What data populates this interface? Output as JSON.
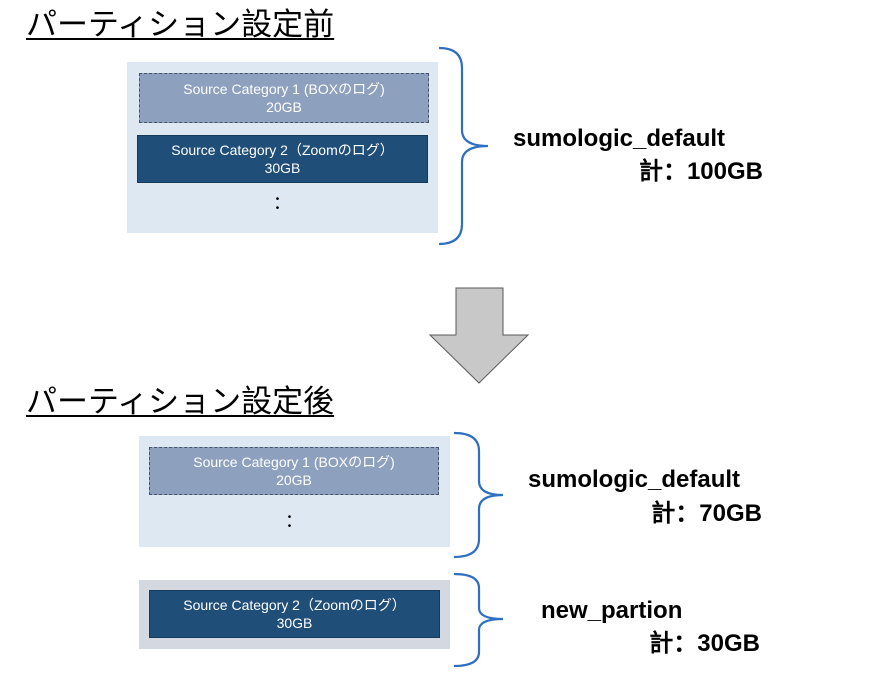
{
  "before": {
    "heading": "パーティション設定前",
    "categories": [
      {
        "name": "Source Category  1 (BOXのログ)",
        "size": "20GB",
        "style": "light"
      },
      {
        "name": "Source Category 2（Zoomのログ）",
        "size": "30GB",
        "style": "dark"
      }
    ],
    "ellipsis": "：",
    "partition": {
      "name": "sumologic_default",
      "total": "計：100GB"
    }
  },
  "after": {
    "heading": "パーティション設定後",
    "default_group": {
      "categories": [
        {
          "name": "Source Category  1 (BOXのログ)",
          "size": "20GB",
          "style": "light"
        }
      ],
      "ellipsis": "：",
      "partition": {
        "name": "sumologic_default",
        "total": "計：70GB"
      }
    },
    "new_group": {
      "categories": [
        {
          "name": "Source Category 2（Zoomのログ）",
          "size": "30GB",
          "style": "dark"
        }
      ],
      "partition": {
        "name": "new_partion",
        "total": "計：30GB"
      }
    }
  },
  "colors": {
    "panel_blue": "#dde8f3",
    "panel_gray": "#d4d9e1",
    "category_light": "#8da0bd",
    "category_dark": "#1f4e79",
    "brace": "#2f6fc0",
    "arrow_fill": "#c8c8c8",
    "arrow_stroke": "#595959"
  },
  "icons": {
    "transition_arrow": "down-arrow-icon",
    "grouping_brace": "right-curly-brace-icon"
  }
}
